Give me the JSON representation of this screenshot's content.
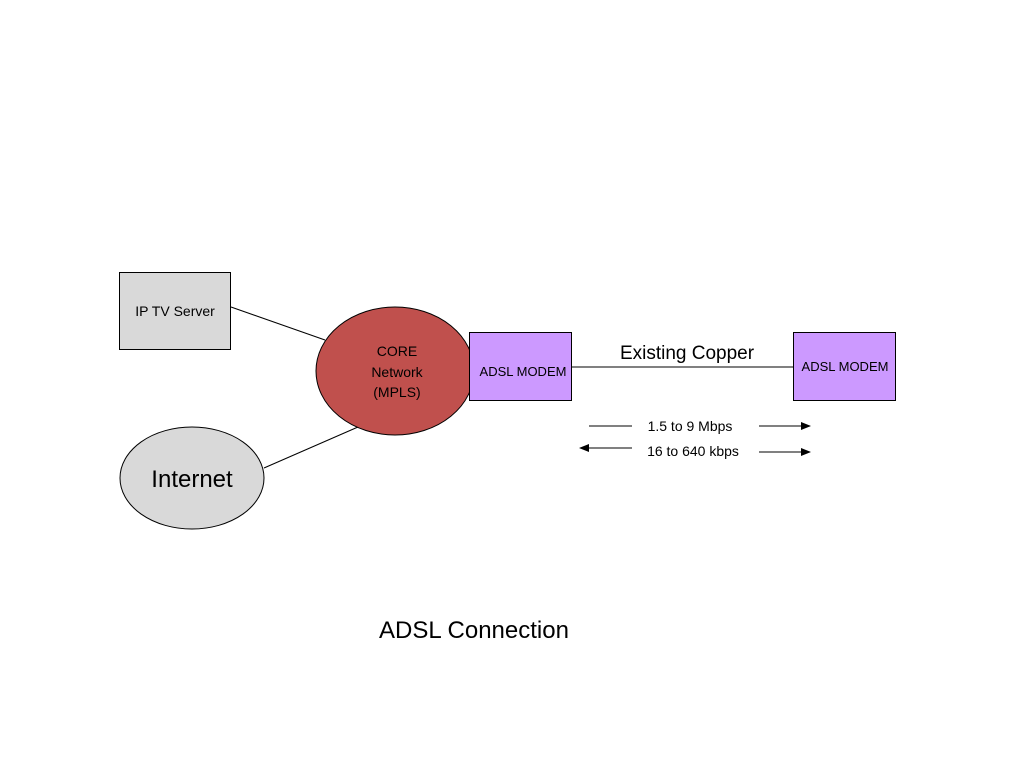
{
  "diagram": {
    "title": "ADSL Connection",
    "nodes": {
      "iptv_server": {
        "label": "IP TV Server",
        "fill": "#d9d9d9"
      },
      "internet": {
        "label": "Internet",
        "fill": "#d9d9d9"
      },
      "core": {
        "line1": "CORE",
        "line2": "Network",
        "line3": "(MPLS)",
        "fill": "#c0504d"
      },
      "modem_left": {
        "label": "ADSL MODEM",
        "fill": "#cc99ff"
      },
      "modem_right": {
        "label": "ADSL MODEM",
        "fill": "#cc99ff"
      }
    },
    "link": {
      "label": "Existing Copper"
    },
    "rates": {
      "downstream": "1.5 to 9 Mbps",
      "upstream": "16 to 640 kbps"
    }
  }
}
